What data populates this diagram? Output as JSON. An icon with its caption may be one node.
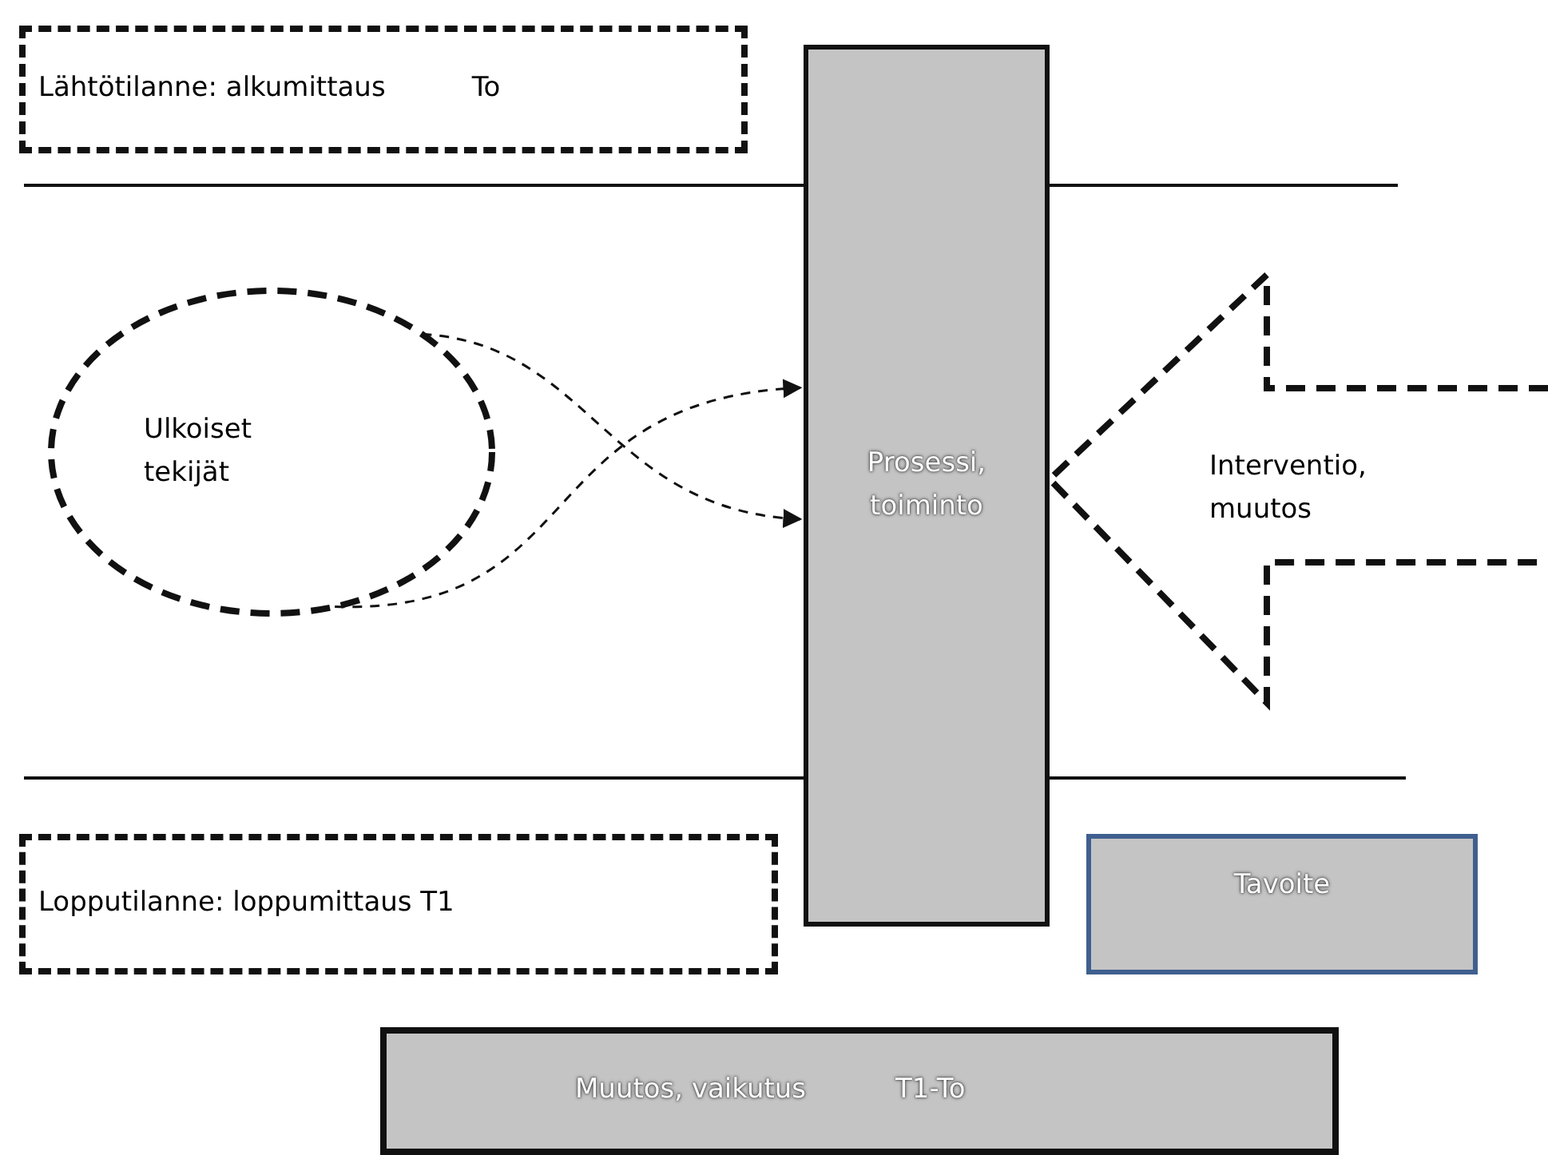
{
  "diagram": {
    "nodes": [
      {
        "text": [
          "Lähtötilanne: alkumittaus",
          "To"
        ]
      },
      {
        "text": [
          "Ulkoiset tekijät"
        ]
      },
      {
        "text": [
          "Prosessi, toiminto"
        ]
      },
      {
        "text": [
          "Interventio, muutos"
        ]
      },
      {
        "text": [
          "Lopputilanne: loppumittaus T1"
        ]
      },
      {
        "text": [
          "Tavoite"
        ]
      },
      {
        "text": [
          "Muutos, vaikutus",
          "T1-To"
        ]
      }
    ],
    "edges": [
      {
        "from": 1,
        "to": 2,
        "arrow": "to",
        "style": "dashed"
      },
      {
        "from": 1,
        "to": 2,
        "arrow": "to",
        "style": "dashed"
      }
    ]
  }
}
